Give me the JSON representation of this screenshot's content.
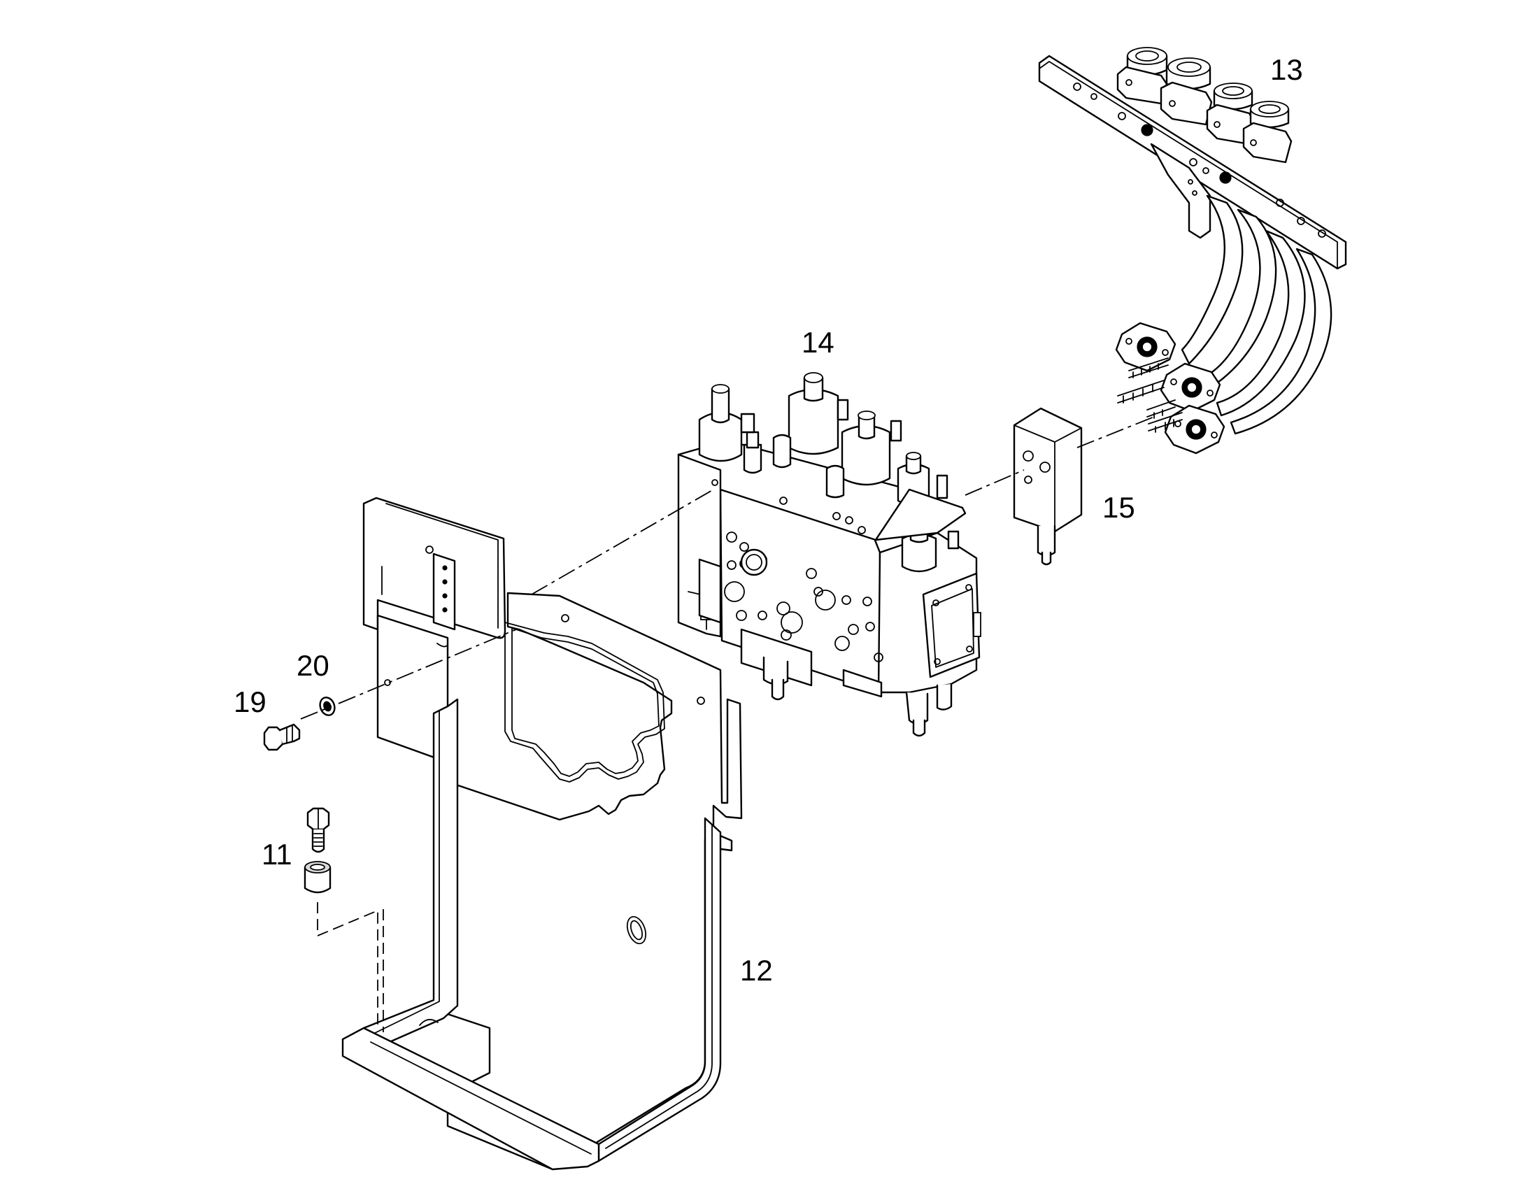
{
  "diagram": {
    "callouts": {
      "c11": "11",
      "c12": "12",
      "c13": "13",
      "c14": "14",
      "c15": "15",
      "c19": "19",
      "c20": "20"
    }
  }
}
